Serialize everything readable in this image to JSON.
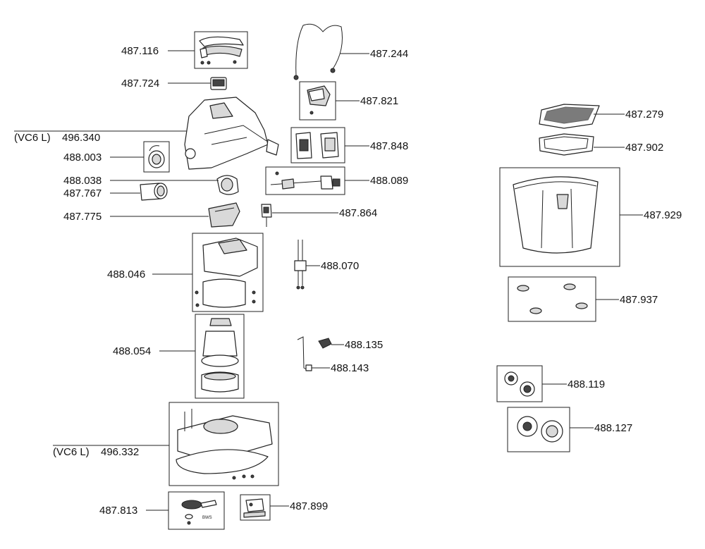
{
  "parts": [
    {
      "id": "p487116",
      "label": "487.116"
    },
    {
      "id": "p487724",
      "label": "487.724"
    },
    {
      "id": "p496340",
      "prefix": "(VC6 L)",
      "label": "496.340"
    },
    {
      "id": "p488003",
      "label": "488.003"
    },
    {
      "id": "p488038",
      "label": "488.038"
    },
    {
      "id": "p487767",
      "label": "487.767"
    },
    {
      "id": "p487775",
      "label": "487.775"
    },
    {
      "id": "p488046",
      "label": "488.046"
    },
    {
      "id": "p488054",
      "label": "488.054"
    },
    {
      "id": "p496332",
      "prefix": "(VC6 L)",
      "label": "496.332"
    },
    {
      "id": "p487813",
      "label": "487.813"
    },
    {
      "id": "p487244",
      "label": "487.244"
    },
    {
      "id": "p487821",
      "label": "487.821"
    },
    {
      "id": "p487848",
      "label": "487.848"
    },
    {
      "id": "p488089",
      "label": "488.089"
    },
    {
      "id": "p487864",
      "label": "487.864"
    },
    {
      "id": "p488070",
      "label": "488.070"
    },
    {
      "id": "p488135",
      "label": "488.135"
    },
    {
      "id": "p488143",
      "label": "488.143"
    },
    {
      "id": "p487899",
      "label": "487.899"
    },
    {
      "id": "p487279",
      "label": "487.279"
    },
    {
      "id": "p487902",
      "label": "487.902"
    },
    {
      "id": "p487929",
      "label": "487.929"
    },
    {
      "id": "p487937",
      "label": "487.937"
    },
    {
      "id": "p488119",
      "label": "488.119"
    },
    {
      "id": "p488127",
      "label": "488.127"
    }
  ]
}
